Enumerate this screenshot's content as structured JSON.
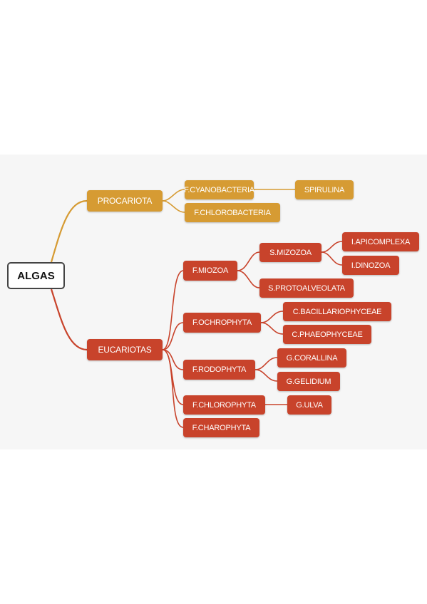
{
  "mindmap": {
    "root": "ALGAS",
    "procariota": {
      "label": "PROCARIOTA",
      "cyanobacteria": "F.CYANOBACTERIA",
      "spirulina": "SPIRULINA",
      "chlorobacteria": "F.CHLOROBACTERIA"
    },
    "eucariotas": {
      "label": "EUCARIOTAS",
      "miozoa": "F.MIOZOA",
      "s_mizozoa": "S.MIZOZOA",
      "apicomplexa": "I.APICOMPLEXA",
      "dinozoa": "I.DINOZOA",
      "protoalveolata": "S.PROTOALVEOLATA",
      "ochrophyta": "F.OCHROPHYTA",
      "bacillariophyceae": "C.BACILLARIOPHYCEAE",
      "phaeophyceae": "C.PHAEOPHYCEAE",
      "rodophyta": "F.RODOPHYTA",
      "corallina": "G.CORALLINA",
      "gelidium": "G.GELIDIUM",
      "chlorophyta": "F.CHLOROPHYTA",
      "ulva": "G.ULVA",
      "charophyta": "F.CHAROPHYTA"
    }
  },
  "colors": {
    "procariota_branch": "#d69b33",
    "eucariotas_branch": "#c8432b",
    "root_border": "#444444",
    "background": "#f6f6f6"
  }
}
